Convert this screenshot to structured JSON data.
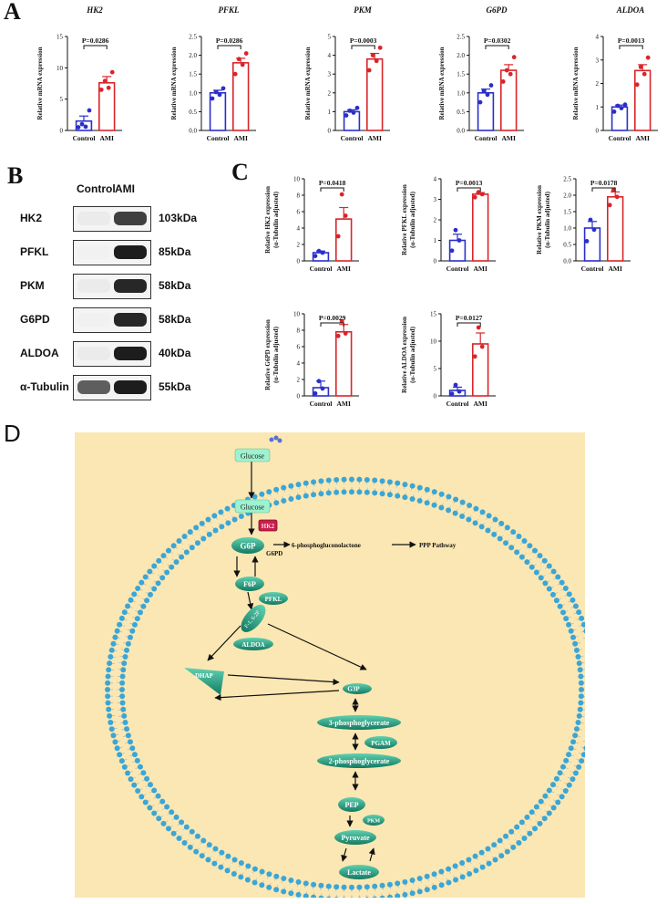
{
  "panels": {
    "A": "A",
    "B": "B",
    "C": "C",
    "D": "D"
  },
  "panel_a": [
    {
      "title": "HK2",
      "ylabel": "Relative mRNA expression",
      "p": "P=0.0286",
      "ylim": [
        0,
        15
      ],
      "yticks": [
        0,
        5,
        10,
        15
      ],
      "categories": [
        "Control",
        "AMI"
      ],
      "means": [
        1.5,
        7.6
      ],
      "sem": [
        0.8,
        1.0
      ],
      "points": [
        [
          0.5,
          0.6,
          1.0,
          3.2
        ],
        [
          6.5,
          6.8,
          7.9,
          9.3
        ]
      ]
    },
    {
      "title": "PFKL",
      "ylabel": "Relative mRNA expression",
      "p": "P=0.0286",
      "ylim": [
        0,
        2.5
      ],
      "yticks": [
        0,
        0.5,
        1.0,
        1.5,
        2.0,
        2.5
      ],
      "categories": [
        "Control",
        "AMI"
      ],
      "means": [
        1.0,
        1.8
      ],
      "sem": [
        0.07,
        0.12
      ],
      "points": [
        [
          0.85,
          0.95,
          1.02,
          1.12
        ],
        [
          1.5,
          1.75,
          1.9,
          2.05
        ]
      ]
    },
    {
      "title": "PKM",
      "ylabel": "Relative mRNA expression",
      "p": "P=0.0003",
      "ylim": [
        0,
        5
      ],
      "yticks": [
        0,
        1,
        2,
        3,
        4,
        5
      ],
      "categories": [
        "Control",
        "AMI"
      ],
      "means": [
        1.0,
        3.8
      ],
      "sem": [
        0.1,
        0.3
      ],
      "points": [
        [
          0.8,
          0.95,
          1.05,
          1.2
        ],
        [
          3.2,
          3.7,
          4.0,
          4.4
        ]
      ]
    },
    {
      "title": "G6PD",
      "ylabel": "Relative mRNA expression",
      "p": "P=0.0302",
      "ylim": [
        0,
        2.5
      ],
      "yticks": [
        0,
        0.5,
        1.0,
        1.5,
        2.0,
        2.5
      ],
      "categories": [
        "Control",
        "AMI"
      ],
      "means": [
        1.0,
        1.6
      ],
      "sem": [
        0.1,
        0.15
      ],
      "points": [
        [
          0.75,
          0.95,
          1.05,
          1.2
        ],
        [
          1.3,
          1.5,
          1.6,
          1.95
        ]
      ]
    },
    {
      "title": "ALDOA",
      "ylabel": "Relative mRNA expression",
      "p": "P=0.0013",
      "ylim": [
        0,
        4
      ],
      "yticks": [
        0,
        1,
        2,
        3,
        4
      ],
      "categories": [
        "Control",
        "AMI"
      ],
      "means": [
        1.0,
        2.55
      ],
      "sem": [
        0.08,
        0.25
      ],
      "points": [
        [
          0.8,
          0.95,
          1.05,
          1.1
        ],
        [
          1.95,
          2.4,
          2.7,
          3.1
        ]
      ]
    }
  ],
  "panel_b": {
    "headers": [
      "Control",
      "AMI"
    ],
    "rows": [
      {
        "protein": "HK2",
        "size": "103kDa",
        "ctl": 0.05,
        "ami": 0.8
      },
      {
        "protein": "PFKL",
        "size": "85kDa",
        "ctl": 0.02,
        "ami": 0.95
      },
      {
        "protein": "PKM",
        "size": "58kDa",
        "ctl": 0.05,
        "ami": 0.9
      },
      {
        "protein": "G6PD",
        "size": "58kDa",
        "ctl": 0.02,
        "ami": 0.9
      },
      {
        "protein": "ALDOA",
        "size": "40kDa",
        "ctl": 0.05,
        "ami": 0.95
      },
      {
        "protein": "α-Tubulin",
        "size": "55kDa",
        "ctl": 0.95,
        "ami": 0.95
      }
    ]
  },
  "panel_c": [
    {
      "ylabel": [
        "Relative HK2 expression",
        "(α-Tubulin adjusted)"
      ],
      "p": "P=0.0418",
      "ylim": [
        0,
        10
      ],
      "yticks": [
        0,
        2,
        4,
        6,
        8,
        10
      ],
      "categories": [
        "Control",
        "AMI"
      ],
      "means": [
        1.0,
        5.1
      ],
      "sem": [
        0.2,
        1.4
      ],
      "points": [
        [
          0.6,
          1.0,
          1.2
        ],
        [
          3.0,
          5.5,
          8.1
        ]
      ]
    },
    {
      "ylabel": [
        "Relative PFKL expression",
        "(α-Tubulin adjusted)"
      ],
      "p": "P=0.0013",
      "ylim": [
        0,
        4
      ],
      "yticks": [
        0,
        1,
        2,
        3,
        4
      ],
      "categories": [
        "Control",
        "AMI"
      ],
      "means": [
        1.0,
        3.25
      ],
      "sem": [
        0.3,
        0.08
      ],
      "points": [
        [
          0.5,
          1.0,
          1.5
        ],
        [
          3.1,
          3.25,
          3.35
        ]
      ]
    },
    {
      "ylabel": [
        "Relative PKM expression",
        "(α-Tubulin adjusted)"
      ],
      "p": "P=0.0178",
      "ylim": [
        0,
        2.5
      ],
      "yticks": [
        0,
        0.5,
        1.0,
        1.5,
        2.0,
        2.5
      ],
      "categories": [
        "Control",
        "AMI"
      ],
      "means": [
        1.0,
        1.95
      ],
      "sem": [
        0.2,
        0.15
      ],
      "points": [
        [
          0.6,
          0.95,
          1.25
        ],
        [
          1.7,
          1.95,
          2.15
        ]
      ]
    },
    {
      "ylabel": [
        "Relative G6PD expression",
        "(α-Tubulin adjusted)"
      ],
      "p": "P=0.0029",
      "ylim": [
        0,
        10
      ],
      "yticks": [
        0,
        2,
        4,
        6,
        8,
        10
      ],
      "categories": [
        "Control",
        "AMI"
      ],
      "means": [
        1.0,
        7.8
      ],
      "sem": [
        0.8,
        0.9
      ],
      "points": [
        [
          0.3,
          0.9,
          1.8
        ],
        [
          7.3,
          7.6,
          9.1
        ]
      ]
    },
    {
      "ylabel": [
        "Relative ALDOA expression",
        "(α-Tubulin adjusted)"
      ],
      "p": "P=0.0127",
      "ylim": [
        0,
        15
      ],
      "yticks": [
        0,
        5,
        10,
        15
      ],
      "categories": [
        "Control",
        "AMI"
      ],
      "means": [
        1.0,
        9.5
      ],
      "sem": [
        0.6,
        2.0
      ],
      "points": [
        [
          0.4,
          0.8,
          2.0
        ],
        [
          7.2,
          9.0,
          12.5
        ]
      ]
    }
  ],
  "pathway": {
    "nodes": {
      "glucose_out": "Glucose",
      "glucose_in": "Glucose",
      "hk2": "HK2",
      "g6p": "G6P",
      "ppp_intermediate": "6-phosphogluconolactone",
      "ppp": "PPP Pathway",
      "g6pd": "G6PD",
      "f6p": "F6P",
      "pfkl": "PFKL",
      "f16bp": "F-1, 6-2P",
      "aldoa": "ALDOA",
      "dhap": "DHAP",
      "g3p": "G3P",
      "pg3": "3-phosphoglycerate",
      "pgam": "PGAM",
      "pg2": "2-phosphoglycerate",
      "pep": "PEP",
      "pkm": "PKM",
      "pyruvate": "Pyruvate",
      "lactate": "Lactate"
    }
  },
  "colors": {
    "control": "#2b2fc9",
    "ami": "#d9252a",
    "node": "#1f8a72",
    "node_light": "#9ef2cf",
    "hk2": "#c81e4b",
    "background": "#fbe7b3",
    "membrane": "#3ba6d6"
  }
}
